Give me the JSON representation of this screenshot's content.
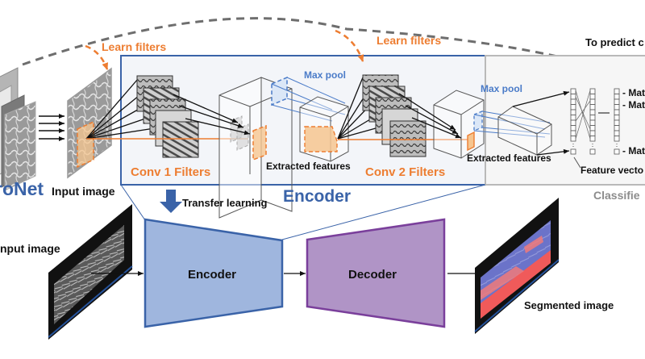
{
  "title": "Transfer learning from classification CNN to encoder-decoder segmentation network",
  "top": {
    "source_network_label": "roNet",
    "input_image_label": "Input image",
    "learn_filters_1": "Learn filters",
    "learn_filters_2": "Learn filters",
    "conv1_label": "Conv 1 Filters",
    "conv2_label": "Conv 2 Filters",
    "max_pool_1": "Max pool",
    "max_pool_2": "Max pool",
    "extracted_features_1": "Extracted features",
    "extracted_features_2": "Extracted features",
    "encoder_box_label": "Encoder",
    "classifier_label": "Classifie",
    "feature_vector_label": "Feature vecto",
    "to_predict_label": "To predict c",
    "class_outputs": [
      "- Mate",
      "- Mate",
      "- Mate"
    ]
  },
  "transfer": {
    "label": "Transfer learning"
  },
  "bottom": {
    "input_image_label": "nput image",
    "encoder_label": "Encoder",
    "decoder_label": "Decoder",
    "segmented_label": "Segmented image"
  },
  "colors": {
    "encoder_blue": "#3a63a8",
    "encoder_fill": "#9fb6de",
    "decoder_purple": "#7a3f9b",
    "decoder_fill": "#b094c6",
    "orange": "#ed7d31",
    "max_pool_blue": "#4a7bc8",
    "classifier_gray": "#8c8c8c",
    "seg_red": "#f05a5a",
    "seg_blue": "#6b73c9"
  }
}
